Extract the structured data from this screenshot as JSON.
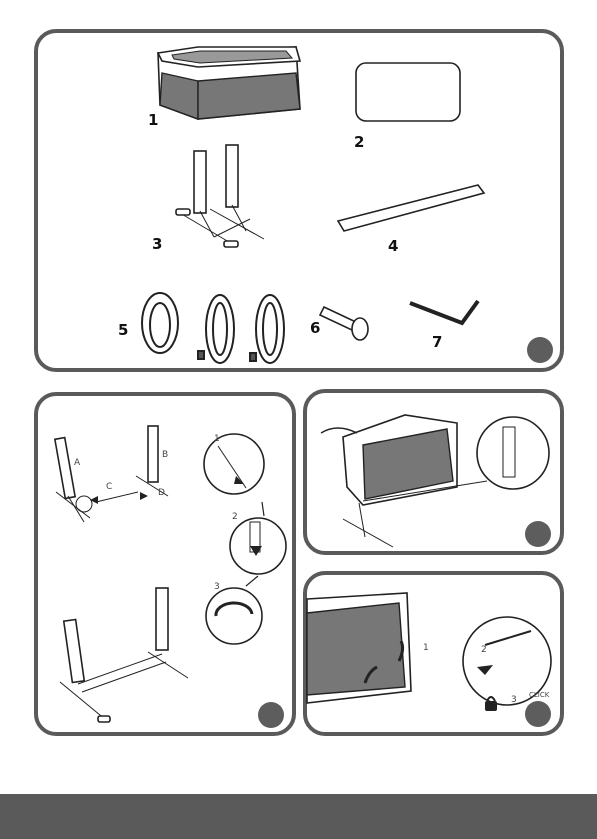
{
  "parts_panel": {
    "part_numbers": [
      "1",
      "2",
      "3",
      "4",
      "5",
      "6",
      "7"
    ]
  },
  "assembly_panel": {
    "labels": {
      "a": "A",
      "b": "B",
      "c": "C",
      "d": "D"
    },
    "steps": [
      "1",
      "2",
      "3"
    ]
  },
  "install_panel": {
    "step_one": "1",
    "step_two": "2",
    "step_three": "3",
    "click_text": "CLICK"
  },
  "colors": {
    "border": "#5a5a5a",
    "dot": "#5d5d5d",
    "footer": "#5a5a5a"
  }
}
